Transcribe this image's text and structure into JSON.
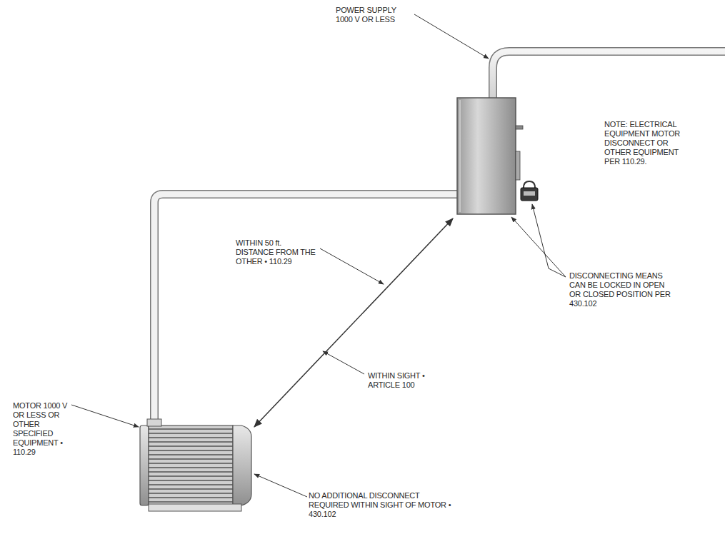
{
  "diagram": {
    "labels": [
      "POWER SUPPLY 1000 V OR LESS",
      "NOTE: ELECTRICAL EQUIPMENT MOTOR DISCONNECT OR OTHER EQUIPMENT PER 110.29.",
      "DISCONNECTING MEANS CAN BE LOCKED IN OPEN OR CLOSED POSITION PER 430.102",
      "WITHIN 50 ft. DISTANCE FROM THE OTHER • 110.29",
      "WITHIN SIGHT • ARTICLE 100",
      "MOTOR 1000 V OR LESS OR OTHER SPECIFIED EQUIPMENT • 110.29",
      "NO ADDITIONAL DISCONNECT REQUIRED WITHIN SIGHT OF MOTOR • 430.102"
    ]
  }
}
